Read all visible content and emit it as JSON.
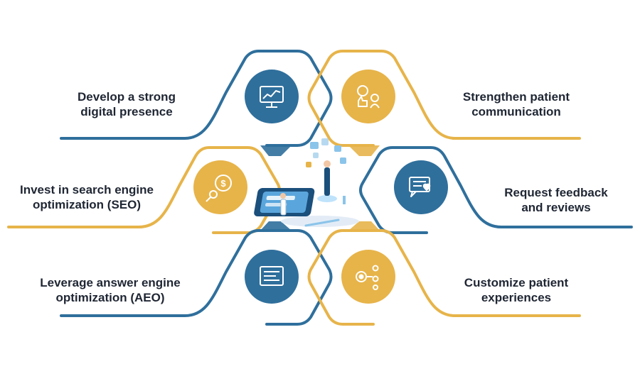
{
  "colors": {
    "blue": "#2f6f9c",
    "blue_light": "#4a8fbd",
    "gold": "#e7b44a",
    "gold_light": "#f2c65f",
    "text": "#1f2633"
  },
  "items": [
    {
      "id": "digital-presence",
      "lines": [
        "Develop a strong",
        "digital presence"
      ],
      "color": "blue",
      "icon": "analytics-monitor-icon"
    },
    {
      "id": "patient-communication",
      "lines": [
        "Strengthen patient",
        "communication"
      ],
      "color": "gold",
      "icon": "chat-thumbs-up-icon"
    },
    {
      "id": "seo",
      "lines": [
        "Invest in search engine",
        "optimization (SEO)"
      ],
      "color": "gold",
      "icon": "money-gear-search-icon"
    },
    {
      "id": "feedback-reviews",
      "lines": [
        "Request feedback",
        "and reviews"
      ],
      "color": "blue",
      "icon": "review-chat-heart-icon"
    },
    {
      "id": "aeo",
      "lines": [
        "Leverage answer engine",
        "optimization (AEO)"
      ],
      "color": "blue",
      "icon": "answer-list-icon"
    },
    {
      "id": "patient-experiences",
      "lines": [
        "Customize patient",
        "experiences"
      ],
      "color": "gold",
      "icon": "people-gear-icon"
    }
  ],
  "center": {
    "icon": "smartphone-doctors-illustration-icon"
  }
}
